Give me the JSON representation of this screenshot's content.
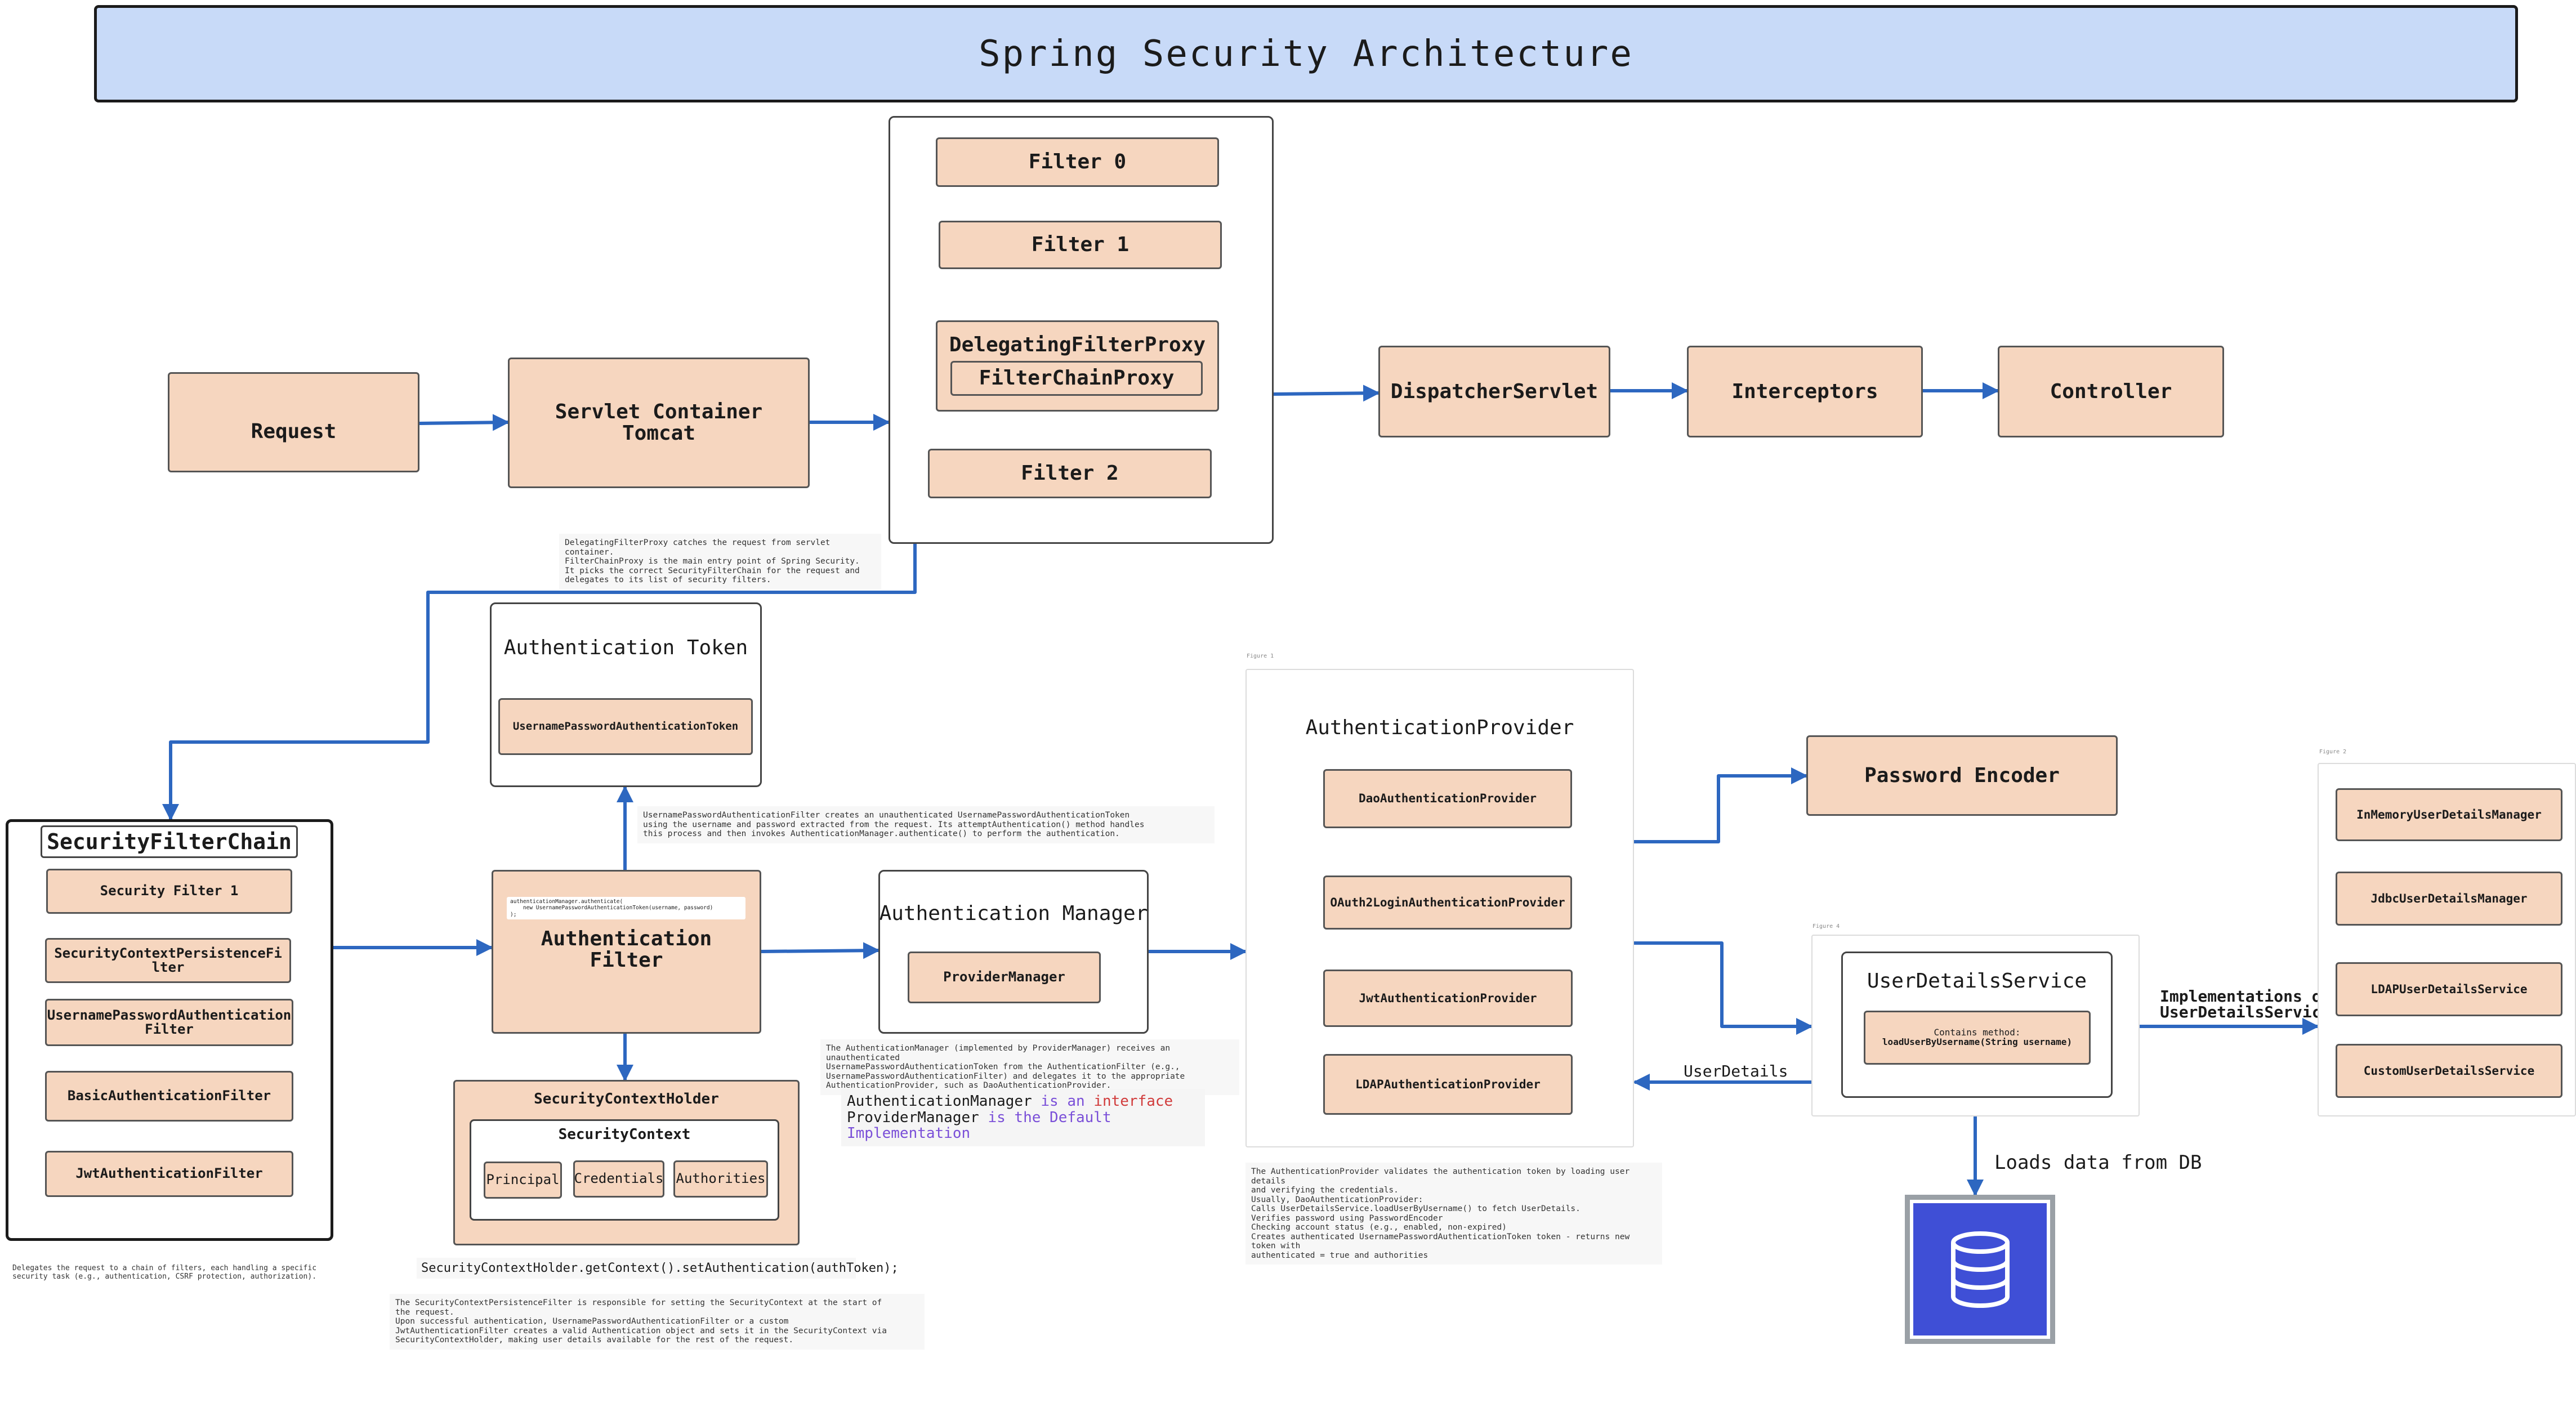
{
  "title": "Spring Security Architecture",
  "request": {
    "request": "Request",
    "servlet_container": "Servlet Container\nTomcat",
    "filters": [
      "Filter 0",
      "Filter 1",
      "Filter 2"
    ],
    "delegating_filter_proxy": "DelegatingFilterProxy",
    "filter_chain_proxy": "FilterChainProxy",
    "dispatcher_servlet": "DispatcherServlet",
    "interceptors": "Interceptors",
    "controller": "Controller",
    "proxy_note": "DelegatingFilterProxy catches the request from servlet container.\nFilterChainProxy is the main entry point of Spring Security.\nIt picks the correct SecurityFilterChain for the request and\ndelegates to its list of security filters."
  },
  "security_filter_chain": {
    "title": "SecurityFilterChain",
    "filters": [
      "Security Filter 1",
      "SecurityContextPersistenceFilter",
      "UsernamePasswordAuthentication Filter",
      "BasicAuthenticationFilter",
      "JwtAuthenticationFilter"
    ],
    "note": "Delegates the request to a chain of filters, each handling a specific\nsecurity task (e.g., authentication, CSRF protection, authorization)."
  },
  "authentication_token": {
    "title": "Authentication Token",
    "item": "UsernamePasswordAuthenticationToken",
    "note": "UsernamePasswordAuthenticationFilter creates an unauthenticated UsernamePasswordAuthenticationToken\nusing the username and password extracted from the request. Its attemptAuthentication() method handles\nthis process and then invokes AuthenticationManager.authenticate() to perform the authentication."
  },
  "authentication_filter": {
    "title": "Authentication Filter",
    "code": "authenticationManager.authenticate(\n    new UsernamePasswordAuthenticationToken(username, password)\n);"
  },
  "security_context_holder": {
    "title": "SecurityContextHolder",
    "context_title": "SecurityContext",
    "items": [
      "Principal",
      "Credentials",
      "Authorities"
    ],
    "call": "SecurityContextHolder.getContext().setAuthentication(authToken);",
    "note": "The SecurityContextPersistenceFilter is responsible for setting the SecurityContext at the start of\nthe request.\nUpon successful authentication, UsernamePasswordAuthenticationFilter or a custom\nJwtAuthenticationFilter creates a valid Authentication object and sets it in the SecurityContext via\nSecurityContextHolder, making user details available for the rest of the request."
  },
  "authentication_manager": {
    "title": "Authentication Manager",
    "item": "ProviderManager",
    "note": "The AuthenticationManager (implemented by ProviderManager) receives an unauthenticated\nUsernamePasswordAuthenticationToken from the AuthenticationFilter (e.g.,\nUsernamePasswordAuthenticationFilter) and delegates it to the appropriate\nAuthenticationProvider, such as DaoAuthenticationProvider.",
    "legend_line1_a": "AuthenticationManager",
    "legend_line1_b": " is an ",
    "legend_line1_c": "interface",
    "legend_line2_a": "ProviderManager",
    "legend_line2_b": " is the Default Implementation"
  },
  "authentication_provider": {
    "figure_label": "Figure 1",
    "title": "AuthenticationProvider",
    "items": [
      "DaoAuthenticationProvider",
      "OAuth2LoginAuthenticationProvider",
      "JwtAuthenticationProvider",
      "LDAPAuthenticationProvider"
    ],
    "note": "The AuthenticationProvider validates the authentication token by loading user details\nand verifying the credentials.\nUsually, DaoAuthenticationProvider:\nCalls  UserDetailsService.loadUserByUsername() to fetch UserDetails.\nVerifies password using PasswordEncoder\nChecking account status (e.g., enabled, non-expired)\nCreates authenticated UsernamePasswordAuthenticationToken token - returns new token with\nauthenticated = true and authorities"
  },
  "password_encoder": "Password Encoder",
  "user_details_service": {
    "figure_label": "Figure 4",
    "title": "UserDetailsService",
    "method_line1": "Contains method:",
    "method_line2": "loadUserByUsername(String username)",
    "user_details_label": "UserDetails",
    "impl_label": "Implementations of\nUserDetailsService",
    "db_label": "Loads data from DB"
  },
  "implementations": {
    "figure_label": "Figure 2",
    "items": [
      "InMemoryUserDetailsManager",
      "JdbcUserDetailsManager",
      "LDAPUserDetailsService",
      "CustomUserDetailsService"
    ]
  },
  "colors": {
    "box_fill": "#f6d6bf",
    "title_fill": "#c8daf8",
    "arrow": "#2d67c0",
    "db_fill": "#3f4fd6",
    "interface_red": "#d13c3c",
    "default_impl_purple": "#7a4fd8"
  }
}
